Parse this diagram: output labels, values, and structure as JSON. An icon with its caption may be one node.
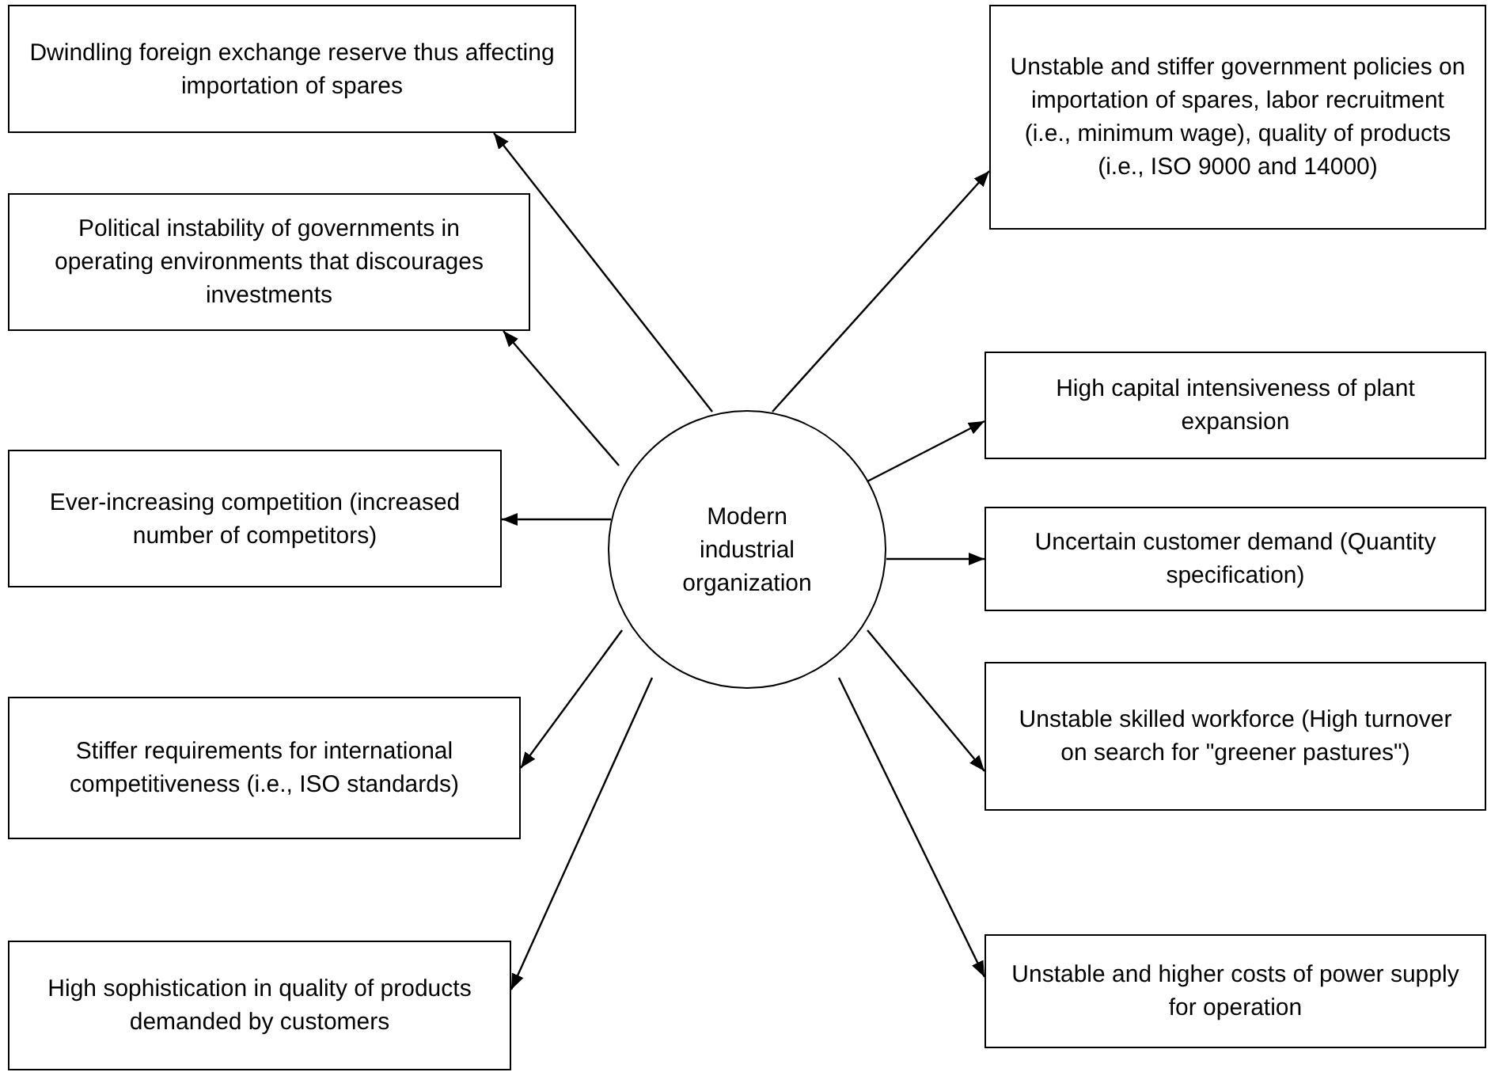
{
  "diagram": {
    "nodes": [
      {
        "text": [
          "Modern industrial organization"
        ]
      },
      {
        "text": [
          "Dwindling foreign exchange reserve thus affecting importation of spares"
        ]
      },
      {
        "text": [
          "Political instability of governments in operating environments that discourages investments"
        ]
      },
      {
        "text": [
          "Ever-increasing competition (increased number of competitors)"
        ]
      },
      {
        "text": [
          "Stiffer requirements for international competitiveness (i.e., ISO standards)"
        ]
      },
      {
        "text": [
          "High sophistication in quality of products demanded by customers"
        ]
      },
      {
        "text": [
          "Unstable and stiffer government policies on importation of spares, labor recruitment (i.e., minimum wage), quality of products (i.e., ISO 9000 and 14000)"
        ]
      },
      {
        "text": [
          "High capital intensiveness of plant expansion"
        ]
      },
      {
        "text": [
          "Uncertain customer demand (Quantity specification)"
        ]
      },
      {
        "text": [
          "Unstable skilled workforce (High turnover on search for \"greener pastures\")"
        ]
      },
      {
        "text": [
          "Unstable and higher costs of power supply for operation"
        ]
      }
    ],
    "edges": [
      {
        "from": 0,
        "to": 1,
        "arrow": "to"
      },
      {
        "from": 0,
        "to": 2,
        "arrow": "to"
      },
      {
        "from": 0,
        "to": 3,
        "arrow": "to"
      },
      {
        "from": 0,
        "to": 4,
        "arrow": "to"
      },
      {
        "from": 0,
        "to": 5,
        "arrow": "to"
      },
      {
        "from": 0,
        "to": 6,
        "arrow": "to"
      },
      {
        "from": 0,
        "to": 7,
        "arrow": "to"
      },
      {
        "from": 0,
        "to": 8,
        "arrow": "to"
      },
      {
        "from": 0,
        "to": 9,
        "arrow": "to"
      },
      {
        "from": 0,
        "to": 10,
        "arrow": "to"
      }
    ]
  }
}
